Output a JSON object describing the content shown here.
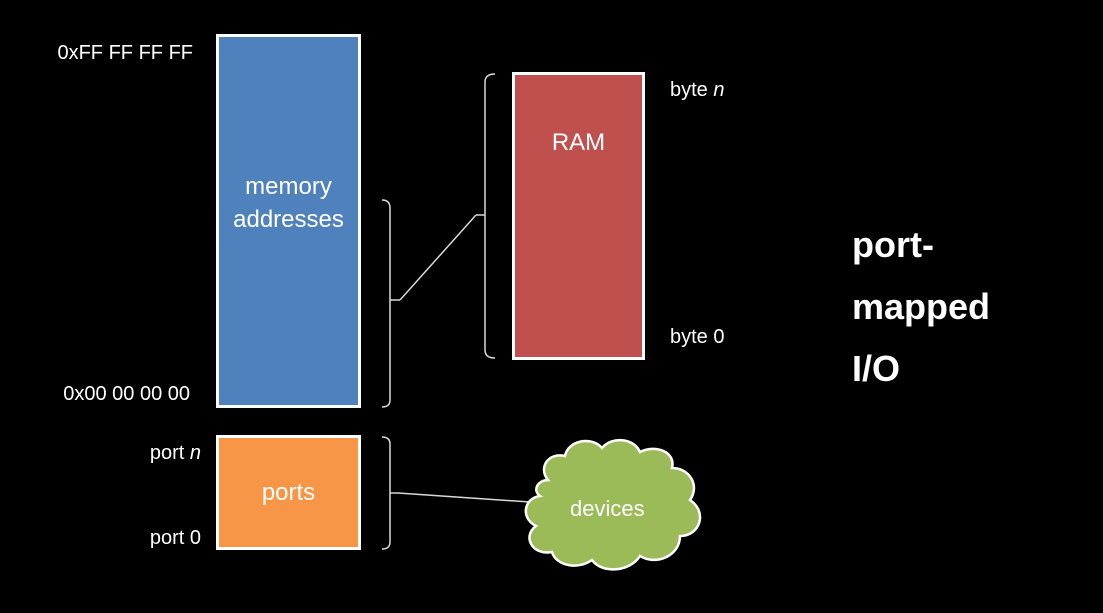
{
  "memory": {
    "label_line1": "memory",
    "label_line2": "addresses",
    "top_address": "0xFF FF FF FF",
    "bottom_address": "0x00 00 00 00"
  },
  "ram": {
    "label": "RAM",
    "top_byte": "byte",
    "top_byte_var": "n",
    "bottom_byte": "byte 0"
  },
  "ports": {
    "label": "ports",
    "top_port": "port",
    "top_port_var": "n",
    "bottom_port": "port 0"
  },
  "devices": {
    "label": "devices"
  },
  "title": {
    "line1": "port-",
    "line2": "mapped",
    "line3": "I/O"
  },
  "colors": {
    "memory": "#4f81bd",
    "ram": "#c0504d",
    "ports": "#f79646",
    "devices": "#9bbb59",
    "background": "#000000",
    "stroke": "#ffffff"
  }
}
